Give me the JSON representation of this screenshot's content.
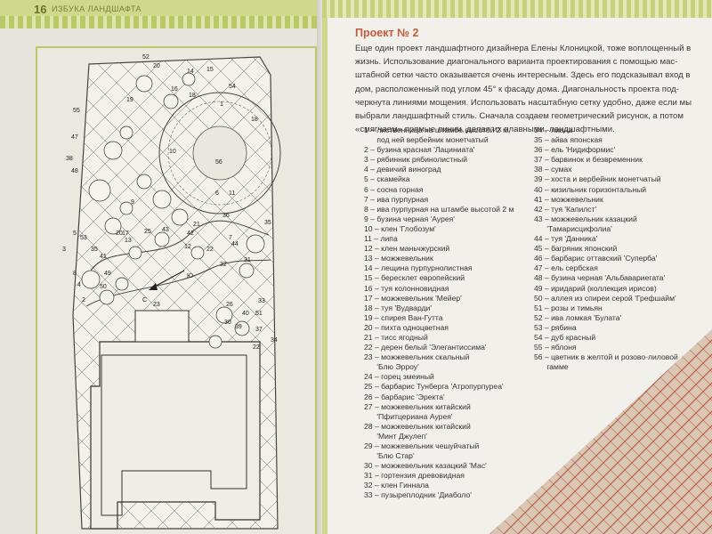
{
  "left_page": {
    "page_number": "16",
    "running_title": "ИЗБУКА ЛАНДШАФТА",
    "plan": {
      "compass": "С",
      "compass_south": "Ю",
      "labels": [
        "52",
        "20",
        "14",
        "15",
        "16",
        "19",
        "18",
        "54",
        "1",
        "18",
        "55",
        "47",
        "38",
        "48",
        "56",
        "10",
        "6",
        "9",
        "11",
        "21",
        "7",
        "43",
        "42",
        "17",
        "36",
        "5",
        "3",
        "53",
        "8",
        "4",
        "2",
        "35",
        "44",
        "41",
        "49",
        "50",
        "25",
        "22",
        "12",
        "13",
        "20",
        "23",
        "26",
        "39",
        "40",
        "51",
        "37",
        "22",
        "34",
        "33",
        "31",
        "32",
        "35",
        "30"
      ]
    }
  },
  "right_page": {
    "project_title": "Проект № 2",
    "intro_lines": [
      "Еще один проект ландшафтного дизайнера Елены Клоницкой, тоже воплощенный в",
      "жизнь. Использование диагонального варианта проектирования с помощью мас-",
      "штабной сетки часто оказывается очень интересным. Здесь его подсказывал вход в",
      "дом, расположенный под углом 45° к фасаду дома. Диагональность проекта под-",
      "черкнута линиями мощения. Использовать насштабную сетку удобно, даже если мы",
      "выбрали ландшафтный стиль. Сначала создаем геометрический рисунок, а потом",
      "«смягчаем» прямые линии, делая их плавными, ландшафтными."
    ],
    "legend_left": [
      "1 – лиственница на штамбе высотой 2 м,",
      "      под ней вербейник монетчатый",
      "2 – бузина красная 'Лациниата'",
      "3 – рябинник рябинолистный",
      "4 – девичий виноград",
      "5 – скамейка",
      "6 – сосна горная",
      "7 – ива пурпурная",
      "8 – ива пурпурная на штамбе высотой 2 м",
      "9 – бузина черная 'Аурея'",
      "10 – клен 'Глобозум'",
      "11 – липа",
      "12 – клен маньчжурский",
      "13 – можжевельник",
      "14 – лещина пурпурнолистная",
      "15 – бересклет европейский",
      "16 – туя колонновидная",
      "17 – можжевельник 'Мейер'",
      "18 – туя 'Вудварди'",
      "19 – спирея Ван-Гутта",
      "20 – пихта одноцветная",
      "21 – тисс ягодный",
      "22 – дерен белый 'Элегантиссима'",
      "23 – можжевельник скальный",
      "      'Блю Эрроу'",
      "24 – горец змеиный",
      "25 – барбарис Тунберга 'Атропурпуреа'",
      "26 – барбарис 'Эректа'",
      "27 – можжевельник китайский",
      "      'Пфитцериана Аурея'",
      "28 – можжевельник китайский",
      "      'Минт Джулеп'",
      "29 – можжевельник чешуйчатый",
      "      'Блю Стар'",
      "30 – можжевельник казацкий 'Мас'",
      "31 – гортензия древовидная",
      "32 – клен Гиннала",
      "33 – пузыреплодник 'Диаболо'"
    ],
    "legend_right": [
      "34 – лиана",
      "35 – айва японская",
      "36 – ель 'Нидиформис'",
      "37 – барвинок и безвременник",
      "38 – сумах",
      "39 – хоста и вербейник монетчатый",
      "40 – кизильник горизонтальный",
      "41 – можжевельник",
      "42 – туя 'Капилст'",
      "43 – можжевельник казацкий",
      "      'Тамарисцифолиа'",
      "44 – туя 'Данника'",
      "45 – багряник японский",
      "46 – барбарис оттавский 'Суперба'",
      "47 – ель сербская",
      "48 – бузина черная 'Альбавариегата'",
      "49 – иридарий (коллекция ирисов)",
      "50 – аллея из спиреи серой 'Грефшайм'",
      "51 – розы и тимьян",
      "52 – ива ломкая 'Булата'",
      "53 – рябина",
      "54 – дуб красный",
      "55 – яблоня",
      "56 – цветник в желтой и розово-лиловой",
      "      гамме"
    ]
  },
  "colors": {
    "header_green": "#cfd98e",
    "frame_green": "#b9c86a",
    "title_accent": "#c55a3a",
    "paving_terracotta": "#b5553e"
  }
}
